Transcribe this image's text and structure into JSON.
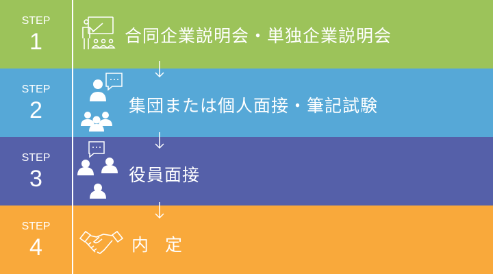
{
  "colors": {
    "step1": "#9cc35a",
    "step2": "#56a8d7",
    "step3": "#5560a9",
    "step4": "#f9a93b"
  },
  "steps": [
    {
      "label": "STEP",
      "number": "1",
      "text": "合同企業説明会・単独企業説明会",
      "icon": "presentation-icon"
    },
    {
      "label": "STEP",
      "number": "2",
      "text": "集団または個人面接・筆記試験",
      "icon": "group-chat-icon"
    },
    {
      "label": "STEP",
      "number": "3",
      "text": "役員面接",
      "icon": "interview-icon"
    },
    {
      "label": "STEP",
      "number": "4",
      "text": "内 定",
      "icon": "handshake-icon"
    }
  ]
}
